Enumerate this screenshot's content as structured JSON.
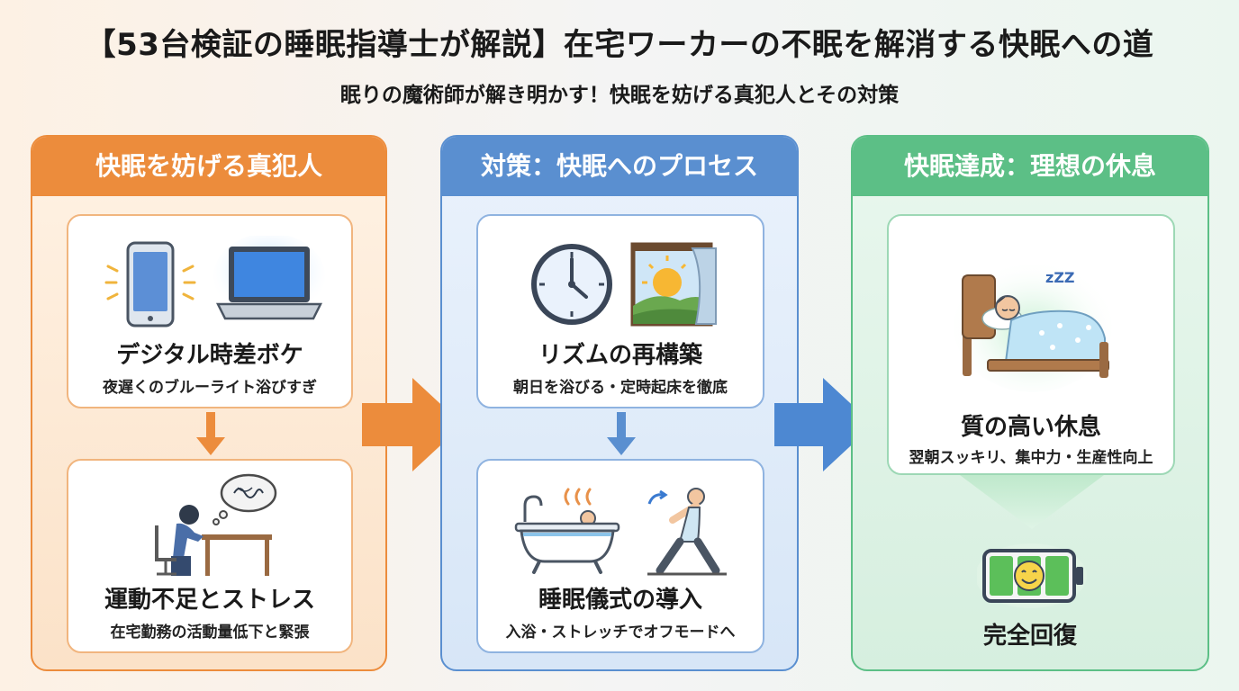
{
  "header": {
    "title": "【53台検証の睡眠指導士が解説】在宅ワーカーの不眠を解消する快眠への道",
    "subtitle": "眠りの魔術師が解き明かす！快眠を妨げる真犯人とその対策"
  },
  "columns": [
    {
      "heading": "快眠を妨げる真犯人",
      "cards": [
        {
          "title": "デジタル時差ボケ",
          "desc": "夜遅くのブルーライト浴びすぎ"
        },
        {
          "title": "運動不足とストレス",
          "desc": "在宅勤務の活動量低下と緊張"
        }
      ]
    },
    {
      "heading": "対策：快眠へのプロセス",
      "cards": [
        {
          "title": "リズムの再構築",
          "desc": "朝日を浴びる・定時起床を徹底"
        },
        {
          "title": "睡眠儀式の導入",
          "desc": "入浴・ストレッチでオフモードへ"
        }
      ]
    },
    {
      "heading": "快眠達成：理想の休息",
      "cards": [
        {
          "title": "質の高い休息",
          "desc": "翌朝スッキリ、集中力・生産性向上"
        }
      ],
      "final_label": "完全回復"
    }
  ],
  "icons": {
    "zzz_text": "zZZ"
  },
  "colors": {
    "orange": "#ec8c3c",
    "blue": "#5a8fd0",
    "green": "#5cbf86"
  }
}
